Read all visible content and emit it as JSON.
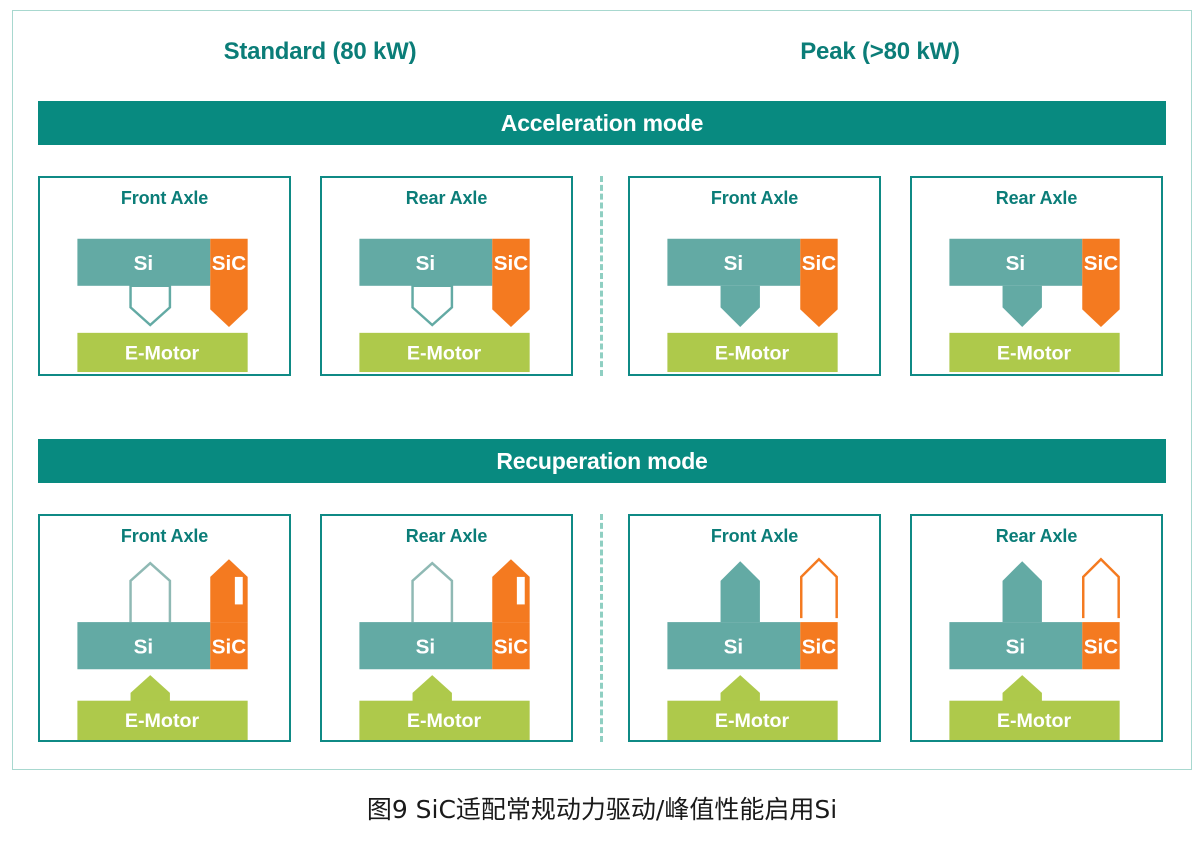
{
  "figure": {
    "caption": "图9  SiC适配常规动力驱动/峰值性能启用Si",
    "colors": {
      "teal_dark": "#088a80",
      "teal_border": "#0f8a85",
      "teal_text": "#0b7d78",
      "si_fill": "#63aaa4",
      "sic_fill": "#f47a20",
      "motor_fill": "#aec94b",
      "frame_border": "#a8d8cf",
      "divider": "#8fcfc2",
      "white": "#ffffff"
    }
  },
  "columns": [
    {
      "key": "standard",
      "label": "Standard (80 kW)"
    },
    {
      "key": "peak",
      "label": "Peak (>80 kW)"
    }
  ],
  "modes": [
    {
      "key": "acceleration",
      "label": "Acceleration mode"
    },
    {
      "key": "recuperation",
      "label": "Recuperation mode"
    }
  ],
  "block_labels": {
    "si": "Si",
    "sic": "SiC",
    "motor": "E-Motor"
  },
  "panels": [
    {
      "id": "accel-standard-front",
      "mode": "acceleration",
      "column": "standard",
      "axle": "Front Axle",
      "si_label": "Si",
      "sic_label": "SiC",
      "motor_label": "E-Motor",
      "si_arrow": "hollow-down",
      "sic_arrow": "filled-down",
      "motor_arrow": "none"
    },
    {
      "id": "accel-standard-rear",
      "mode": "acceleration",
      "column": "standard",
      "axle": "Rear Axle",
      "si_label": "Si",
      "sic_label": "SiC",
      "motor_label": "E-Motor",
      "si_arrow": "hollow-down",
      "sic_arrow": "filled-down",
      "motor_arrow": "none"
    },
    {
      "id": "accel-peak-front",
      "mode": "acceleration",
      "column": "peak",
      "axle": "Front Axle",
      "si_label": "Si",
      "sic_label": "SiC",
      "motor_label": "E-Motor",
      "si_arrow": "filled-down",
      "sic_arrow": "filled-down",
      "motor_arrow": "none"
    },
    {
      "id": "accel-peak-rear",
      "mode": "acceleration",
      "column": "peak",
      "axle": "Rear Axle",
      "si_label": "Si",
      "sic_label": "SiC",
      "motor_label": "E-Motor",
      "si_arrow": "filled-down",
      "sic_arrow": "filled-down",
      "motor_arrow": "none"
    },
    {
      "id": "recup-standard-front",
      "mode": "recuperation",
      "column": "standard",
      "axle": "Front Axle",
      "si_label": "Si",
      "sic_label": "SiC",
      "motor_label": "E-Motor",
      "si_arrow": "hollow-up",
      "sic_arrow": "filled-up-notch",
      "motor_arrow": "filled-up"
    },
    {
      "id": "recup-standard-rear",
      "mode": "recuperation",
      "column": "standard",
      "axle": "Rear Axle",
      "si_label": "Si",
      "sic_label": "SiC",
      "motor_label": "E-Motor",
      "si_arrow": "hollow-up",
      "sic_arrow": "filled-up-notch",
      "motor_arrow": "filled-up"
    },
    {
      "id": "recup-peak-front",
      "mode": "recuperation",
      "column": "peak",
      "axle": "Front Axle",
      "si_label": "Si",
      "sic_label": "SiC",
      "motor_label": "E-Motor",
      "si_arrow": "filled-up",
      "sic_arrow": "hollow-up",
      "motor_arrow": "filled-up"
    },
    {
      "id": "recup-peak-rear",
      "mode": "recuperation",
      "column": "peak",
      "axle": "Rear Axle",
      "si_label": "Si",
      "sic_label": "SiC",
      "motor_label": "E-Motor",
      "si_arrow": "filled-up",
      "sic_arrow": "hollow-up",
      "motor_arrow": "filled-up"
    }
  ]
}
